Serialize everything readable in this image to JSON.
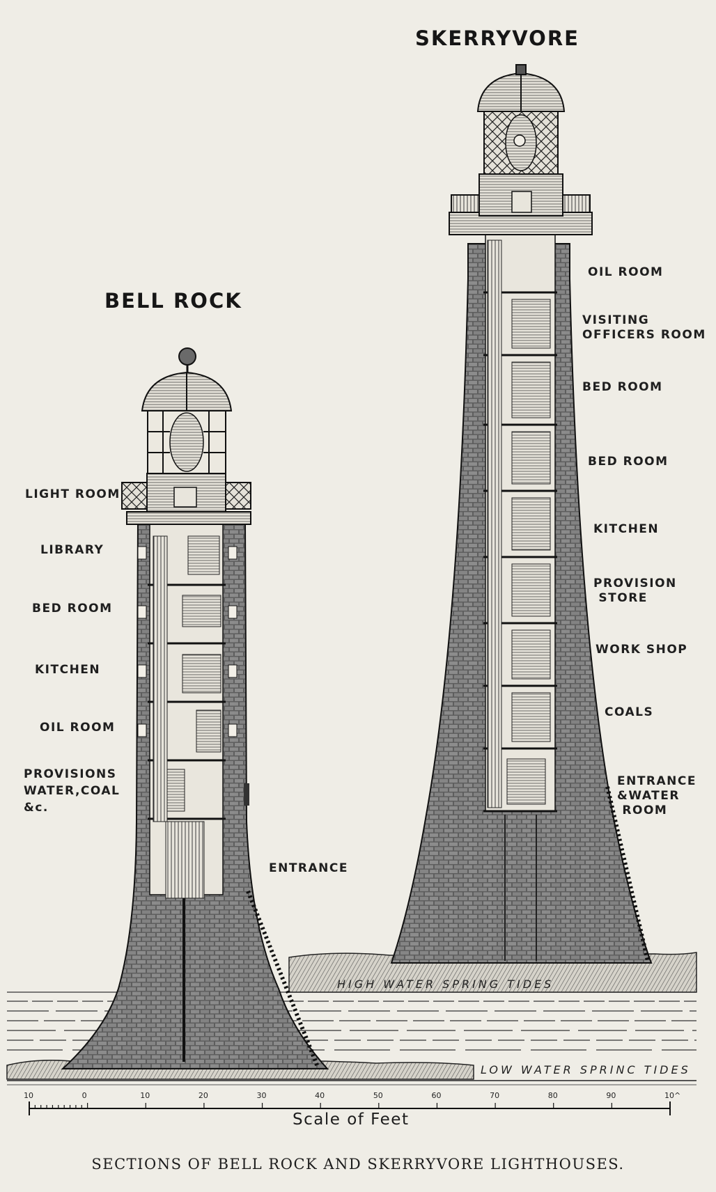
{
  "titles": {
    "bell_rock": "BELL ROCK",
    "skerryvore": "SKERRYVORE"
  },
  "bell_rock_labels": {
    "light_room": "LIGHT ROOM",
    "library": "LIBRARY",
    "bed_room": "BED ROOM",
    "kitchen": "KITCHEN",
    "oil_room": "OIL ROOM",
    "provisions": "PROVISIONS\nWATER,COAL\n&c.",
    "entrance": "ENTRANCE"
  },
  "skerryvore_labels": {
    "oil_room": "OIL ROOM",
    "visiting_officers_room": "VISITING\nOFFICERS ROOM",
    "bed_room_1": "BED ROOM",
    "bed_room_2": "BED ROOM",
    "kitchen": "KITCHEN",
    "provision_store": "PROVISION\n STORE",
    "work_shop": "WORK SHOP",
    "coals": "COALS",
    "entrance_water_room": "ENTRANCE\n&WATER\n ROOM"
  },
  "tides": {
    "high": "HIGH WATER SPRING TIDES",
    "low": "LOW WATER SPRINC TIDES"
  },
  "scale": {
    "ticks": [
      "10",
      "0",
      "10",
      "20",
      "30",
      "40",
      "50",
      "60",
      "70",
      "80",
      "90",
      "10^"
    ],
    "label": "Scale of Feet"
  },
  "caption": "SECTIONS OF BELL ROCK AND SKERRYVORE LIGHTHOUSES."
}
